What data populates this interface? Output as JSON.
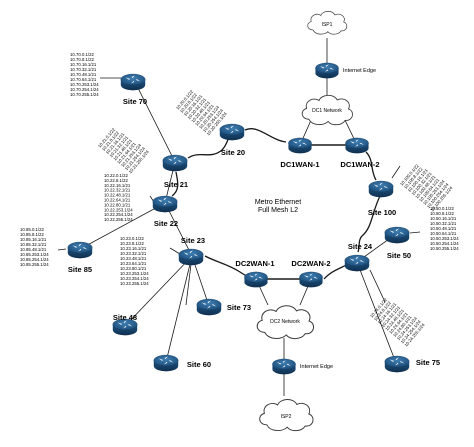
{
  "center_label": {
    "line1": "Metro Ethernet",
    "line2": "Full Mesh L2"
  },
  "clouds": {
    "isp1": "ISP1",
    "dc1_network": "DC1 Network",
    "dc2_network": "DC2 Network",
    "isp2": "ISP2"
  },
  "routers": {
    "internet_edge_1": "Internet Edge",
    "internet_edge_2": "Internet Edge",
    "dc1wan1": "DC1WAN-1",
    "dc1wan2": "DC1WAN-2",
    "dc2wan1": "DC2WAN-1",
    "dc2wan2": "DC2WAN-2",
    "site70": "Site 70",
    "site20": "Site 20",
    "site21": "Site 21",
    "site22": "Site 22",
    "site23": "Site 23",
    "site85": "Site 85",
    "site48": "Site 48",
    "site73": "Site 73",
    "site60": "Site 60",
    "site24": "Site 24",
    "site50": "Site 50",
    "site100": "Site 100",
    "site75": "Site 75"
  },
  "prefix_lists": {
    "site70": [
      "10.70.0.1/22",
      "10.70.8.1/22",
      "10.70.16.1/21",
      "10.70.32.1/21",
      "10.70.48.1/21",
      "10.70.64.1/21",
      "10.70.253.1/24",
      "10.70.254.1/24",
      "10.70.255.1/24"
    ],
    "site20": [
      "10.20.0.1/22",
      "10.20.8.1/22",
      "10.20.16.1/21",
      "10.20.32.1/21",
      "10.20.48.1/21",
      "10.20.64.1/21",
      "10.20.253.1/24",
      "10.20.254.1/24",
      "10.20.255.1/24"
    ],
    "site21": [
      "10.21.0.1/22",
      "10.21.8.1/22",
      "10.21.16.1/21",
      "10.21.32.1/21",
      "10.21.48.1/21",
      "10.21.64.1/21",
      "10.21.253.1/24",
      "10.21.254.1/24",
      "10.21.255.1/24"
    ],
    "site22": [
      "10.22.0.1/22",
      "10.22.8.1/22",
      "10.22.16.1/21",
      "10.22.32.1/21",
      "10.22.48.1/21",
      "10.22.64.1/21",
      "10.22.80.1/21",
      "10.22.253.1/24",
      "10.22.254.1/24",
      "10.22.255.1/24"
    ],
    "site85": [
      "10.85.0.1/22",
      "10.85.8.1/22",
      "10.85.16.1/21",
      "10.85.32.1/21",
      "10.85.48.1/21",
      "10.85.253.1/24",
      "10.85.254.1/24",
      "10.85.255.1/24"
    ],
    "site23": [
      "10.23.0.1/22",
      "10.23.8.1/22",
      "10.23.16.1/21",
      "10.23.32.1/21",
      "10.23.48.1/21",
      "10.23.64.1/21",
      "10.23.80.1/21",
      "10.23.253.1/24",
      "10.23.254.1/24",
      "10.23.255.1/24"
    ],
    "site100": [
      "10.100.0.1/22",
      "10.100.8.1/22",
      "10.100.16.1/21",
      "10.100.32.1/21",
      "10.100.48.1/21",
      "10.100.64.1/21",
      "10.100.253.1/24",
      "10.100.254.1/24",
      "10.100.255.1/24"
    ],
    "site50": [
      "10.50.0.1/22",
      "10.50.8.1/22",
      "10.50.16.1/21",
      "10.50.32.1/21",
      "10.50.48.1/21",
      "10.50.64.1/21",
      "10.50.253.1/24",
      "10.50.254.1/24",
      "10.50.255.1/24"
    ],
    "site24": [
      "10.24.0.1/22",
      "10.24.8.1/22",
      "10.24.16.1/21",
      "10.24.32.1/21",
      "10.24.48.1/21",
      "10.24.64.1/21",
      "10.24.80.1/21",
      "10.24.253.1/24",
      "10.24.254.1/24",
      "10.24.255.1/24"
    ]
  }
}
